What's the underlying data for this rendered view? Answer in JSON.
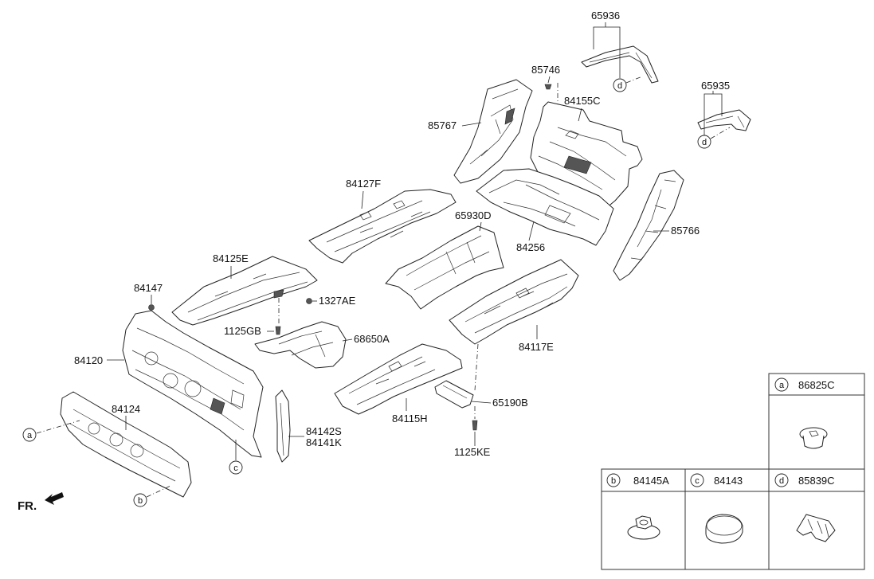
{
  "parts": {
    "p65936": "65936",
    "p85746": "85746",
    "p84155C": "84155C",
    "p65935": "65935",
    "p85767": "85767",
    "p84127F": "84127F",
    "p65930D": "65930D",
    "p84256": "84256",
    "p85766": "85766",
    "p84125E": "84125E",
    "p84147": "84147",
    "p1327AE": "1327AE",
    "p1125GB": "1125GB",
    "p68650A": "68650A",
    "p84117E": "84117E",
    "p84120": "84120",
    "p84124": "84124",
    "p84115H": "84115H",
    "p65190B": "65190B",
    "p84142S": "84142S",
    "p84141K": "84141K",
    "p1125KE": "1125KE"
  },
  "callouts": {
    "a": "a",
    "b": "b",
    "c": "c",
    "d": "d"
  },
  "direction_label": "FR.",
  "legend": [
    {
      "letter": "a",
      "part": "86825C"
    },
    {
      "letter": "b",
      "part": "84145A"
    },
    {
      "letter": "c",
      "part": "84143"
    },
    {
      "letter": "d",
      "part": "85839C"
    }
  ]
}
